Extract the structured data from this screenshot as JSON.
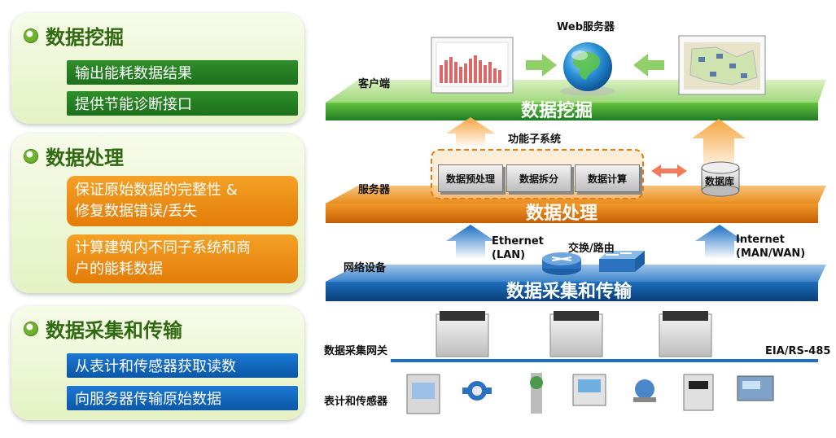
{
  "left_panels": [
    {
      "title": "数据挖掘",
      "items": [
        "输出能耗数据结果",
        "提供节能诊断接口"
      ]
    },
    {
      "title": "数据处理",
      "items": [
        "保证原始数据的完整性 &\n修复数据错误/丢失",
        "计算建筑内不同子系统和商\n户的能耗数据"
      ]
    },
    {
      "title": "数据采集和传输",
      "items": [
        "从表计和传感器获取读数",
        "向服务器传输原始数据"
      ]
    }
  ],
  "diagram": {
    "web_server": "Web服务器",
    "row_labels": {
      "client": "客户端",
      "server": "服务器",
      "network": "网络设备",
      "gateway": "数据采集网关",
      "meters": "表计和传感器"
    },
    "layers": {
      "mining": "数据挖掘",
      "processing": "数据处理",
      "collection": "数据采集和传输"
    },
    "function_subsystem": "功能子系统",
    "modules": [
      "数据预处理",
      "数据拆分",
      "数据计算"
    ],
    "database": "数据库",
    "ethernet": "Ethernet\n(LAN)",
    "switch_router": "交换/路由",
    "internet": "Internet\n(MAN/WAN)",
    "bus": "EIA/RS-485",
    "colors": {
      "green": "#2e9a2e",
      "orange": "#e47a0a",
      "blue": "#0e5ea8",
      "arrow": "#f6b15a"
    }
  }
}
